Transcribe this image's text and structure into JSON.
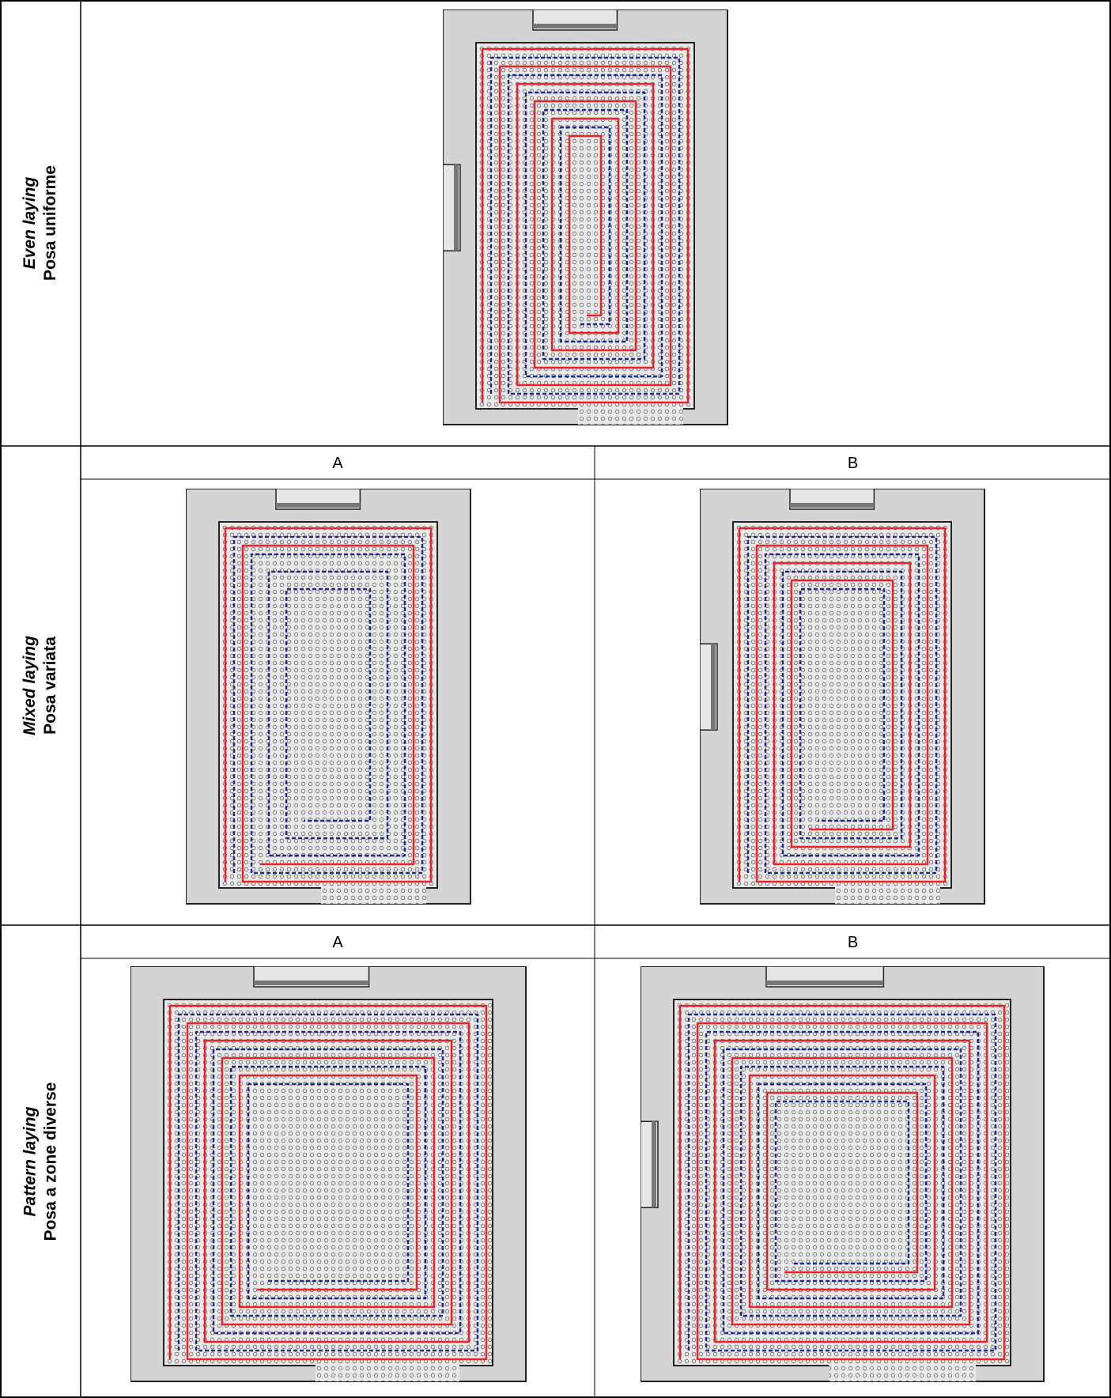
{
  "rows": [
    {
      "label_en": "Even laying",
      "label_it": "Posa uniforme"
    },
    {
      "label_en": "Mixed laying",
      "label_it": "Posa variata"
    },
    {
      "label_en": "Pattern laying",
      "label_it": "Posa a zone diverse"
    }
  ],
  "columns": {
    "a": "A",
    "b": "B"
  },
  "colors": {
    "wall": "#d4d4d4",
    "wall_line": "#222222",
    "floor": "#e8e8e8",
    "window": "#e6e6e6",
    "supply_pipe": "#e8232a",
    "return_pipe": "#1f2b8c"
  },
  "plans": [
    {
      "id": "even",
      "coils_red": 6,
      "coils_blue": 6,
      "window": "top+left",
      "bottom_opening": true
    },
    {
      "id": "mixed-a",
      "coils_red": 2,
      "coils_blue": 4,
      "window": "top",
      "bottom_opening": true
    },
    {
      "id": "mixed-b",
      "coils_red": 4,
      "coils_blue": 4,
      "window": "top+left",
      "bottom_opening": true
    },
    {
      "id": "pattern-a",
      "coils_red": 5,
      "coils_blue": 5,
      "window": "top",
      "bottom_opening": true
    },
    {
      "id": "pattern-b",
      "coils_red": 6,
      "coils_blue": 6,
      "window": "top+left",
      "bottom_opening": true
    }
  ]
}
